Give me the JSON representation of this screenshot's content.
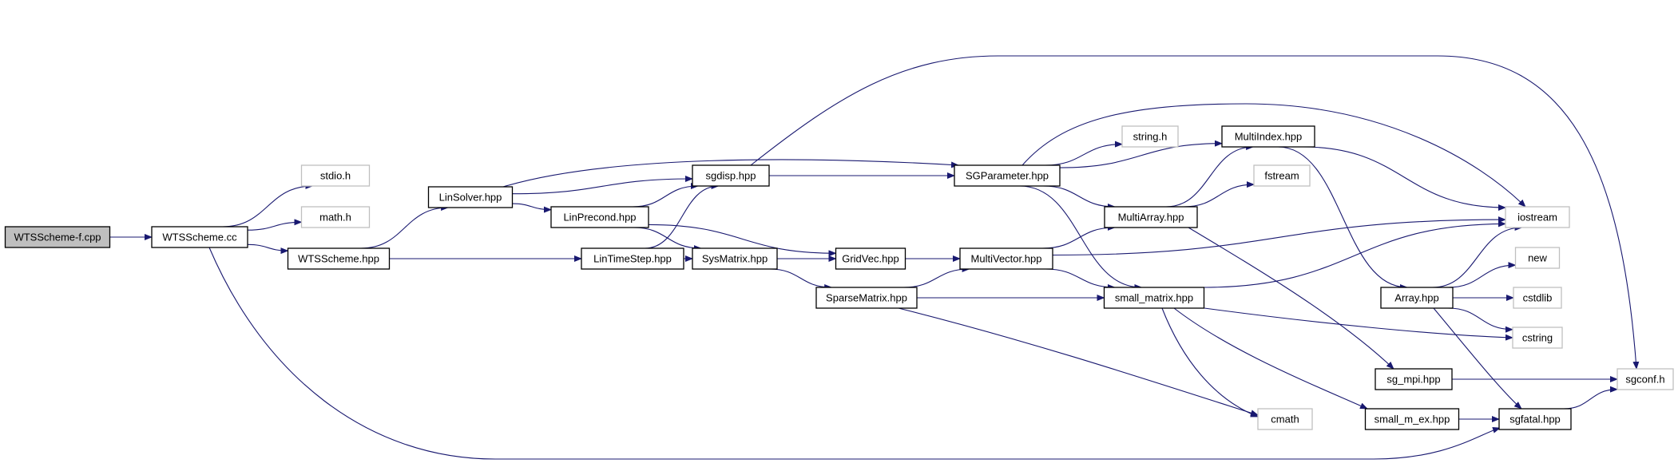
{
  "colors": {
    "edge": "#191970",
    "root_fill": "#bfbfbf",
    "internal_border": "#000000",
    "external_border": "#bfbfbf"
  },
  "nodes": {
    "wtsscheme_f_cpp": {
      "label": "WTSScheme-f.cpp",
      "kind": "root"
    },
    "wtsscheme_cc": {
      "label": "WTSScheme.cc",
      "kind": "internal"
    },
    "stdio_h": {
      "label": "stdio.h",
      "kind": "external"
    },
    "math_h": {
      "label": "math.h",
      "kind": "external"
    },
    "wtsscheme_hpp": {
      "label": "WTSScheme.hpp",
      "kind": "internal"
    },
    "linsolver_hpp": {
      "label": "LinSolver.hpp",
      "kind": "internal"
    },
    "linprecond_hpp": {
      "label": "LinPrecond.hpp",
      "kind": "internal"
    },
    "lintimestep_hpp": {
      "label": "LinTimeStep.hpp",
      "kind": "internal"
    },
    "sgdisp_hpp": {
      "label": "sgdisp.hpp",
      "kind": "internal"
    },
    "sysmatrix_hpp": {
      "label": "SysMatrix.hpp",
      "kind": "internal"
    },
    "gridvec_hpp": {
      "label": "GridVec.hpp",
      "kind": "internal"
    },
    "sparsematrix_hpp": {
      "label": "SparseMatrix.hpp",
      "kind": "internal"
    },
    "sgparameter_hpp": {
      "label": "SGParameter.hpp",
      "kind": "internal"
    },
    "multivector_hpp": {
      "label": "MultiVector.hpp",
      "kind": "internal"
    },
    "string_h": {
      "label": "string.h",
      "kind": "external"
    },
    "multiindex_hpp": {
      "label": "MultiIndex.hpp",
      "kind": "internal"
    },
    "fstream": {
      "label": "fstream",
      "kind": "external"
    },
    "multiarray_hpp": {
      "label": "MultiArray.hpp",
      "kind": "internal"
    },
    "small_matrix_hpp": {
      "label": "small_matrix.hpp",
      "kind": "internal"
    },
    "iostream": {
      "label": "iostream",
      "kind": "external"
    },
    "new": {
      "label": "new",
      "kind": "external"
    },
    "array_hpp": {
      "label": "Array.hpp",
      "kind": "internal"
    },
    "cstdlib": {
      "label": "cstdlib",
      "kind": "external"
    },
    "cstring": {
      "label": "cstring",
      "kind": "external"
    },
    "sg_mpi_hpp": {
      "label": "sg_mpi.hpp",
      "kind": "internal"
    },
    "sgconf_h": {
      "label": "sgconf.h",
      "kind": "external"
    },
    "cmath": {
      "label": "cmath",
      "kind": "external"
    },
    "small_m_ex_hpp": {
      "label": "small_m_ex.hpp",
      "kind": "internal"
    },
    "sgfatal_hpp": {
      "label": "sgfatal.hpp",
      "kind": "internal"
    }
  },
  "edges": [
    [
      "wtsscheme_f_cpp",
      "wtsscheme_cc"
    ],
    [
      "wtsscheme_cc",
      "stdio_h"
    ],
    [
      "wtsscheme_cc",
      "math_h"
    ],
    [
      "wtsscheme_cc",
      "wtsscheme_hpp"
    ],
    [
      "wtsscheme_cc",
      "sgfatal_hpp"
    ],
    [
      "wtsscheme_hpp",
      "linsolver_hpp"
    ],
    [
      "wtsscheme_hpp",
      "lintimestep_hpp"
    ],
    [
      "linsolver_hpp",
      "sgdisp_hpp"
    ],
    [
      "linsolver_hpp",
      "linprecond_hpp"
    ],
    [
      "linsolver_hpp",
      "sgparameter_hpp"
    ],
    [
      "linprecond_hpp",
      "sgdisp_hpp"
    ],
    [
      "linprecond_hpp",
      "sysmatrix_hpp"
    ],
    [
      "linprecond_hpp",
      "gridvec_hpp"
    ],
    [
      "lintimestep_hpp",
      "sysmatrix_hpp"
    ],
    [
      "lintimestep_hpp",
      "sgdisp_hpp"
    ],
    [
      "sgdisp_hpp",
      "sgparameter_hpp"
    ],
    [
      "sgdisp_hpp",
      "sgconf_h"
    ],
    [
      "sysmatrix_hpp",
      "gridvec_hpp"
    ],
    [
      "sysmatrix_hpp",
      "sparsematrix_hpp"
    ],
    [
      "gridvec_hpp",
      "multivector_hpp"
    ],
    [
      "sparsematrix_hpp",
      "multivector_hpp"
    ],
    [
      "sparsematrix_hpp",
      "small_matrix_hpp"
    ],
    [
      "sparsematrix_hpp",
      "cmath"
    ],
    [
      "sgparameter_hpp",
      "string_h"
    ],
    [
      "sgparameter_hpp",
      "multiindex_hpp"
    ],
    [
      "sgparameter_hpp",
      "multiarray_hpp"
    ],
    [
      "sgparameter_hpp",
      "iostream"
    ],
    [
      "sgparameter_hpp",
      "small_matrix_hpp"
    ],
    [
      "multivector_hpp",
      "multiarray_hpp"
    ],
    [
      "multivector_hpp",
      "small_matrix_hpp"
    ],
    [
      "multivector_hpp",
      "iostream"
    ],
    [
      "multiarray_hpp",
      "multiindex_hpp"
    ],
    [
      "multiarray_hpp",
      "fstream"
    ],
    [
      "multiarray_hpp",
      "sg_mpi_hpp"
    ],
    [
      "multiindex_hpp",
      "iostream"
    ],
    [
      "multiindex_hpp",
      "array_hpp"
    ],
    [
      "small_matrix_hpp",
      "iostream"
    ],
    [
      "small_matrix_hpp",
      "cstring"
    ],
    [
      "small_matrix_hpp",
      "cmath"
    ],
    [
      "small_matrix_hpp",
      "small_m_ex_hpp"
    ],
    [
      "array_hpp",
      "new"
    ],
    [
      "array_hpp",
      "cstdlib"
    ],
    [
      "array_hpp",
      "cstring"
    ],
    [
      "array_hpp",
      "iostream"
    ],
    [
      "array_hpp",
      "sgfatal_hpp"
    ],
    [
      "sg_mpi_hpp",
      "sgconf_h"
    ],
    [
      "small_m_ex_hpp",
      "sgfatal_hpp"
    ],
    [
      "sgfatal_hpp",
      "sgconf_h"
    ]
  ]
}
